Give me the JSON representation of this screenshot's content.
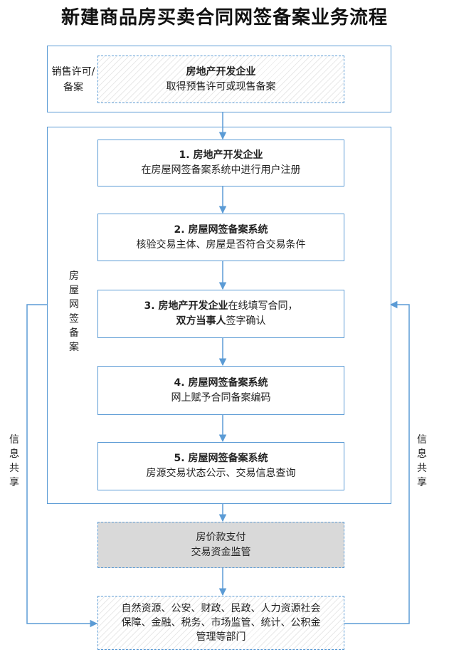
{
  "title": "新建商品房买卖合同网签备案业务流程",
  "colors": {
    "line": "#5b9bd5",
    "gray_box": "#d9d9d9"
  },
  "top_section": {
    "side_label": "销售许可/备案",
    "box": {
      "line1": "房地产开发企业",
      "line2": "取得预售许可或现售备案"
    }
  },
  "main_section": {
    "side_label": "房屋网签备案",
    "steps": [
      {
        "line1": "1. 房地产开发企业",
        "line2": "在房屋网签备案系统中进行用户注册"
      },
      {
        "line1": "2. 房屋网签备案系统",
        "line2": "核验交易主体、房屋是否符合交易条件"
      },
      {
        "line1_bold": "3. 房地产开发企业",
        "line1_rest": "在线填写合同，",
        "line2_bold": "双方当事人",
        "line2_rest": "签字确认"
      },
      {
        "line1": "4. 房屋网签备案系统",
        "line2": "网上赋予合同备案编码"
      },
      {
        "line1": "5. 房屋网签备案系统",
        "line2": "房源交易状态公示、交易信息查询"
      }
    ]
  },
  "payment_box": {
    "line1": "房价款支付",
    "line2": "交易资金监管"
  },
  "bottom_box": {
    "line1": "自然资源、公安、财政、民政、人力资源社会",
    "line2": "保障、金融、税务、市场监管、统计、公积金",
    "line3": "管理等部门"
  },
  "info_share_left": "信息共享",
  "info_share_right": "信息共享"
}
